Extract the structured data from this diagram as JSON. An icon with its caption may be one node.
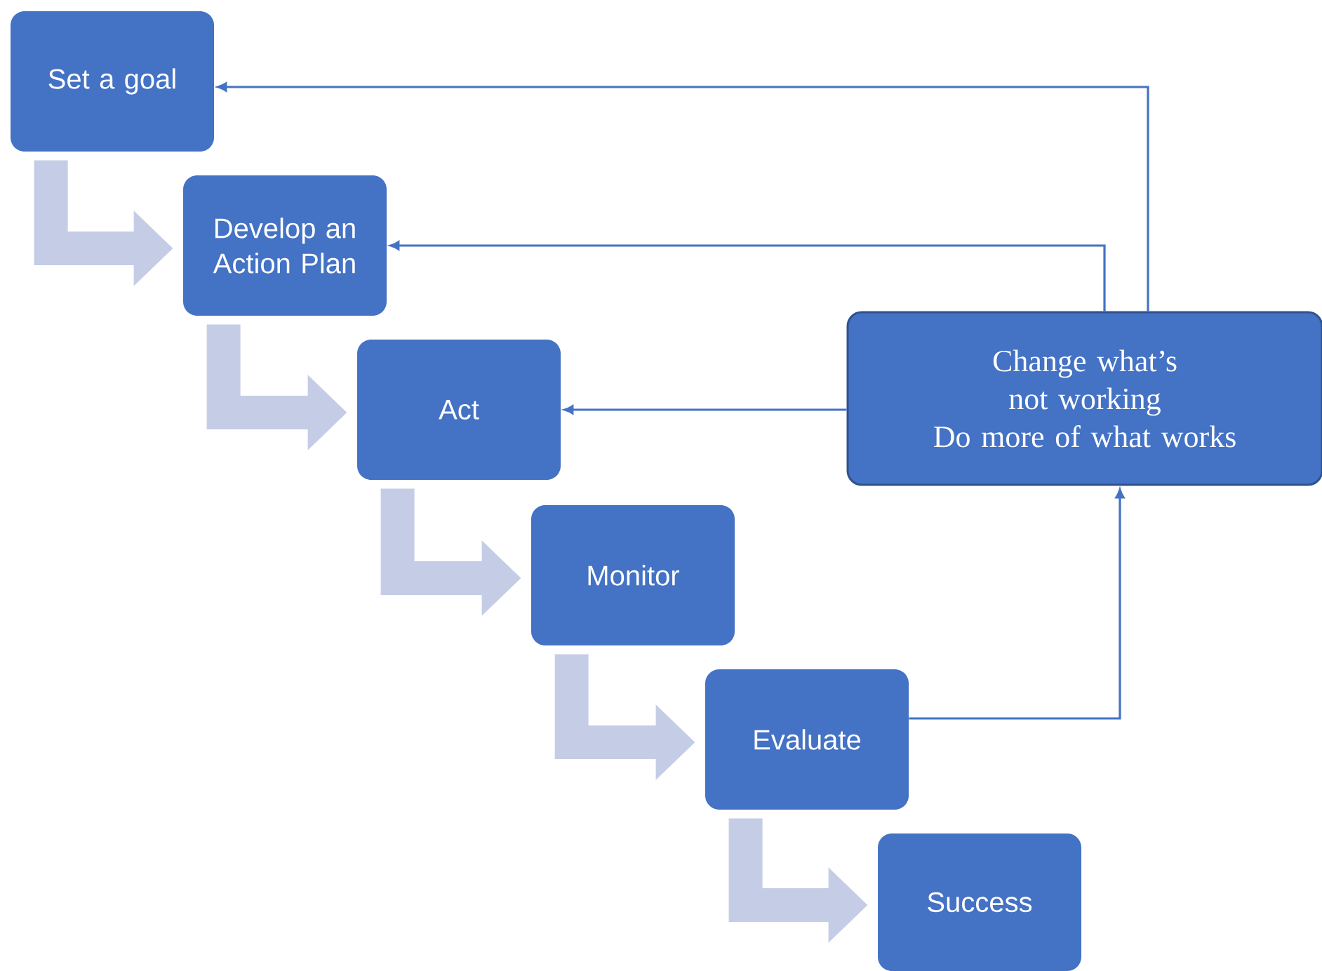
{
  "diagram": {
    "nodes": [
      {
        "text": [
          "Set a goal"
        ]
      },
      {
        "text": [
          "Develop an Action Plan"
        ]
      },
      {
        "text": [
          "Act"
        ]
      },
      {
        "text": [
          "Monitor"
        ]
      },
      {
        "text": [
          "Evaluate"
        ]
      },
      {
        "text": [
          "Success"
        ]
      },
      {
        "text": [
          "Change what’s not working",
          "Do more of what works"
        ]
      }
    ],
    "edges": [
      {
        "from": 0,
        "to": 1,
        "arrow": "to",
        "color": "#c5cde6"
      },
      {
        "from": 1,
        "to": 2,
        "arrow": "to",
        "color": "#c5cde6"
      },
      {
        "from": 2,
        "to": 3,
        "arrow": "to",
        "color": "#c5cde6"
      },
      {
        "from": 3,
        "to": 4,
        "arrow": "to",
        "color": "#c5cde6"
      },
      {
        "from": 4,
        "to": 5,
        "arrow": "to",
        "color": "#c5cde6"
      },
      {
        "from": 4,
        "to": 6,
        "arrow": "to",
        "color": "#4472c4"
      },
      {
        "from": 6,
        "to": 2,
        "arrow": "to",
        "color": "#4472c4"
      },
      {
        "from": 6,
        "to": 1,
        "arrow": "to",
        "color": "#4472c4"
      },
      {
        "from": 6,
        "to": 0,
        "arrow": "to",
        "color": "#4472c4"
      }
    ]
  }
}
